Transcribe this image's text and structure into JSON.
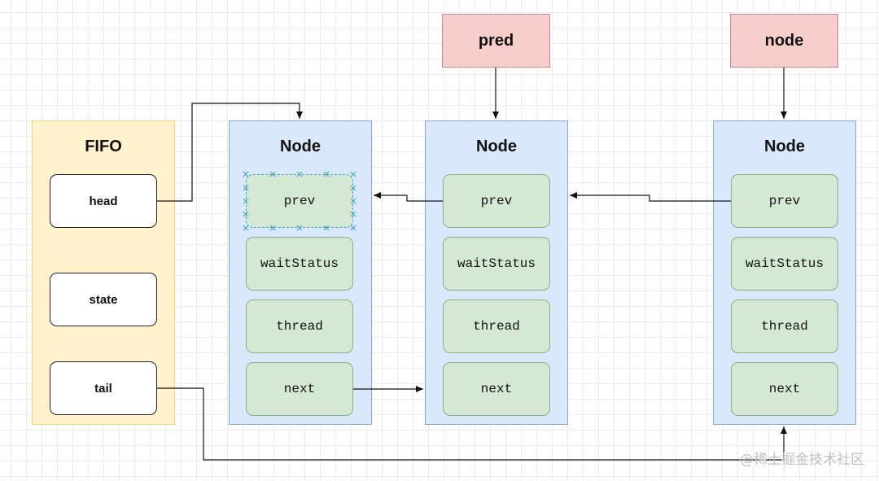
{
  "fifo": {
    "title": "FIFO",
    "fields": [
      "head",
      "state",
      "tail"
    ]
  },
  "nodes": [
    {
      "title": "Node",
      "fields": [
        "prev",
        "waitStatus",
        "thread",
        "next"
      ]
    },
    {
      "title": "Node",
      "fields": [
        "prev",
        "waitStatus",
        "thread",
        "next"
      ]
    },
    {
      "title": "Node",
      "fields": [
        "prev",
        "waitStatus",
        "thread",
        "next"
      ]
    }
  ],
  "pointers": {
    "pred": "pred",
    "node": "node"
  },
  "watermark": "@稀土掘金技术社区",
  "colors": {
    "fifo_fill": "#fff2cc",
    "node_fill": "#dae8fc",
    "field_fill": "#d5e8d4",
    "pointer_fill": "#f8cecc",
    "selection": "#4aa3c7"
  }
}
